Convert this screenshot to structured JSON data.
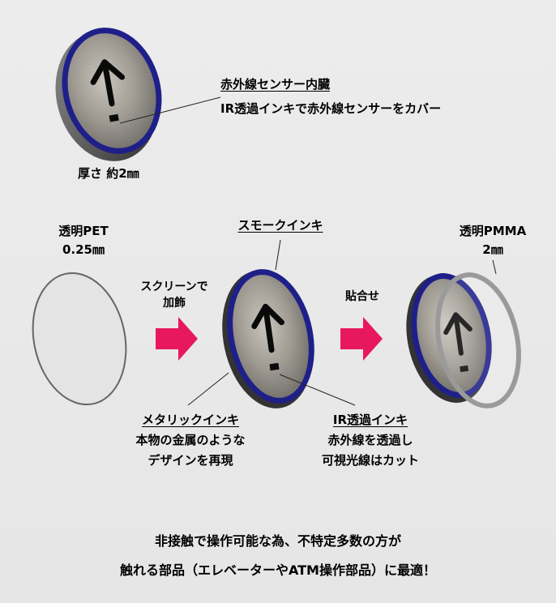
{
  "top": {
    "sensor_title": "赤外線センサー内臓",
    "sensor_desc": "IR透過インキで赤外線センサーをカバー",
    "thickness": "厚さ 約2㎜"
  },
  "layers": {
    "pet_label": "透明PET",
    "pet_thickness": "0.25㎜",
    "smoke_label": "スモークインキ",
    "pmma_label": "透明PMMA",
    "pmma_thickness": "2㎜"
  },
  "steps": {
    "screen_line1": "スクリーンで",
    "screen_line2": "加飾",
    "bond": "貼合せ"
  },
  "inks": {
    "metallic_title": "メタリックインキ",
    "metallic_line1": "本物の金属のような",
    "metallic_line2": "デザインを再現",
    "ir_title": "IR透過インキ",
    "ir_line1": "赤外線を透過し",
    "ir_line2": "可視光線はカット"
  },
  "footer": {
    "line1": "非接触で操作可能な為、不特定多数の方が",
    "line2": "触れる部品（エレベーターやATM操作部品）に最適！"
  },
  "colors": {
    "bezel": "#1f1f8a",
    "arrow": "#e8185f",
    "metal": "#9a968e"
  },
  "icons": {
    "button_symbol": "up-arrow-with-dot",
    "step_arrow": "right-arrow-icon"
  }
}
